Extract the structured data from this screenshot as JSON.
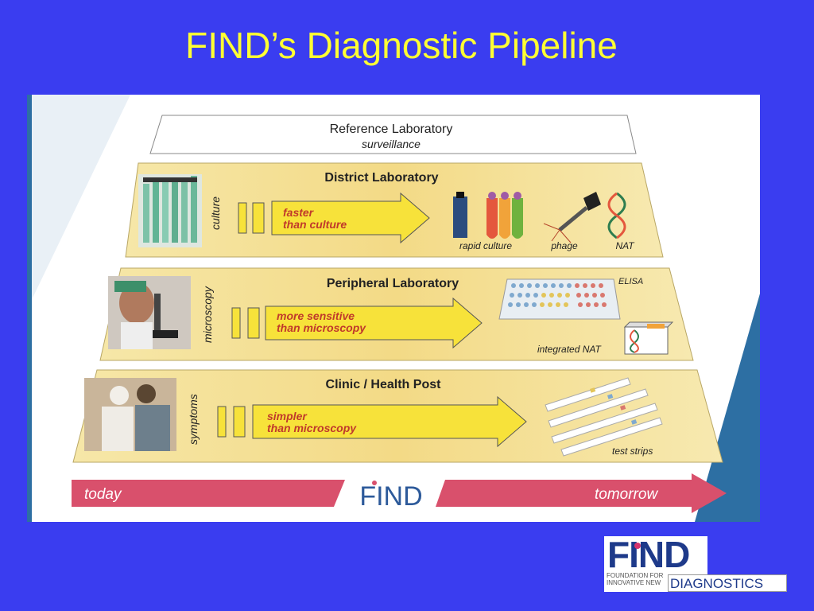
{
  "title": "FIND’s Diagnostic Pipeline",
  "tiers": {
    "reference": {
      "name": "Reference Laboratory",
      "sub": "surveillance"
    },
    "district": {
      "name": "District Laboratory",
      "side": "culture",
      "arrow1": "faster",
      "arrow2": "than culture",
      "items": [
        "rapid culture",
        "phage",
        "NAT"
      ]
    },
    "peripheral": {
      "name": "Peripheral Laboratory",
      "side": "microscopy",
      "arrow1": "more sensitive",
      "arrow2": "than microscopy",
      "items": [
        "ELISA",
        "integrated NAT"
      ]
    },
    "clinic": {
      "name": "Clinic / Health Post",
      "side": "symptoms",
      "arrow1": "simpler",
      "arrow2": "than microscopy",
      "items": [
        "test strips"
      ]
    }
  },
  "timeline": {
    "left": "today",
    "right": "tomorrow",
    "center_logo": "FIND"
  },
  "logo": {
    "find": "FIND",
    "sub1": "FOUNDATION FOR",
    "sub2": "INNOVATIVE NEW",
    "diag": "DIAGNOSTICS"
  },
  "colors": {
    "background": "#3a3df0",
    "title": "#ffff33",
    "band": "#f5df8a",
    "arrow": "#f7e23a",
    "timeline": "#d9506c"
  }
}
